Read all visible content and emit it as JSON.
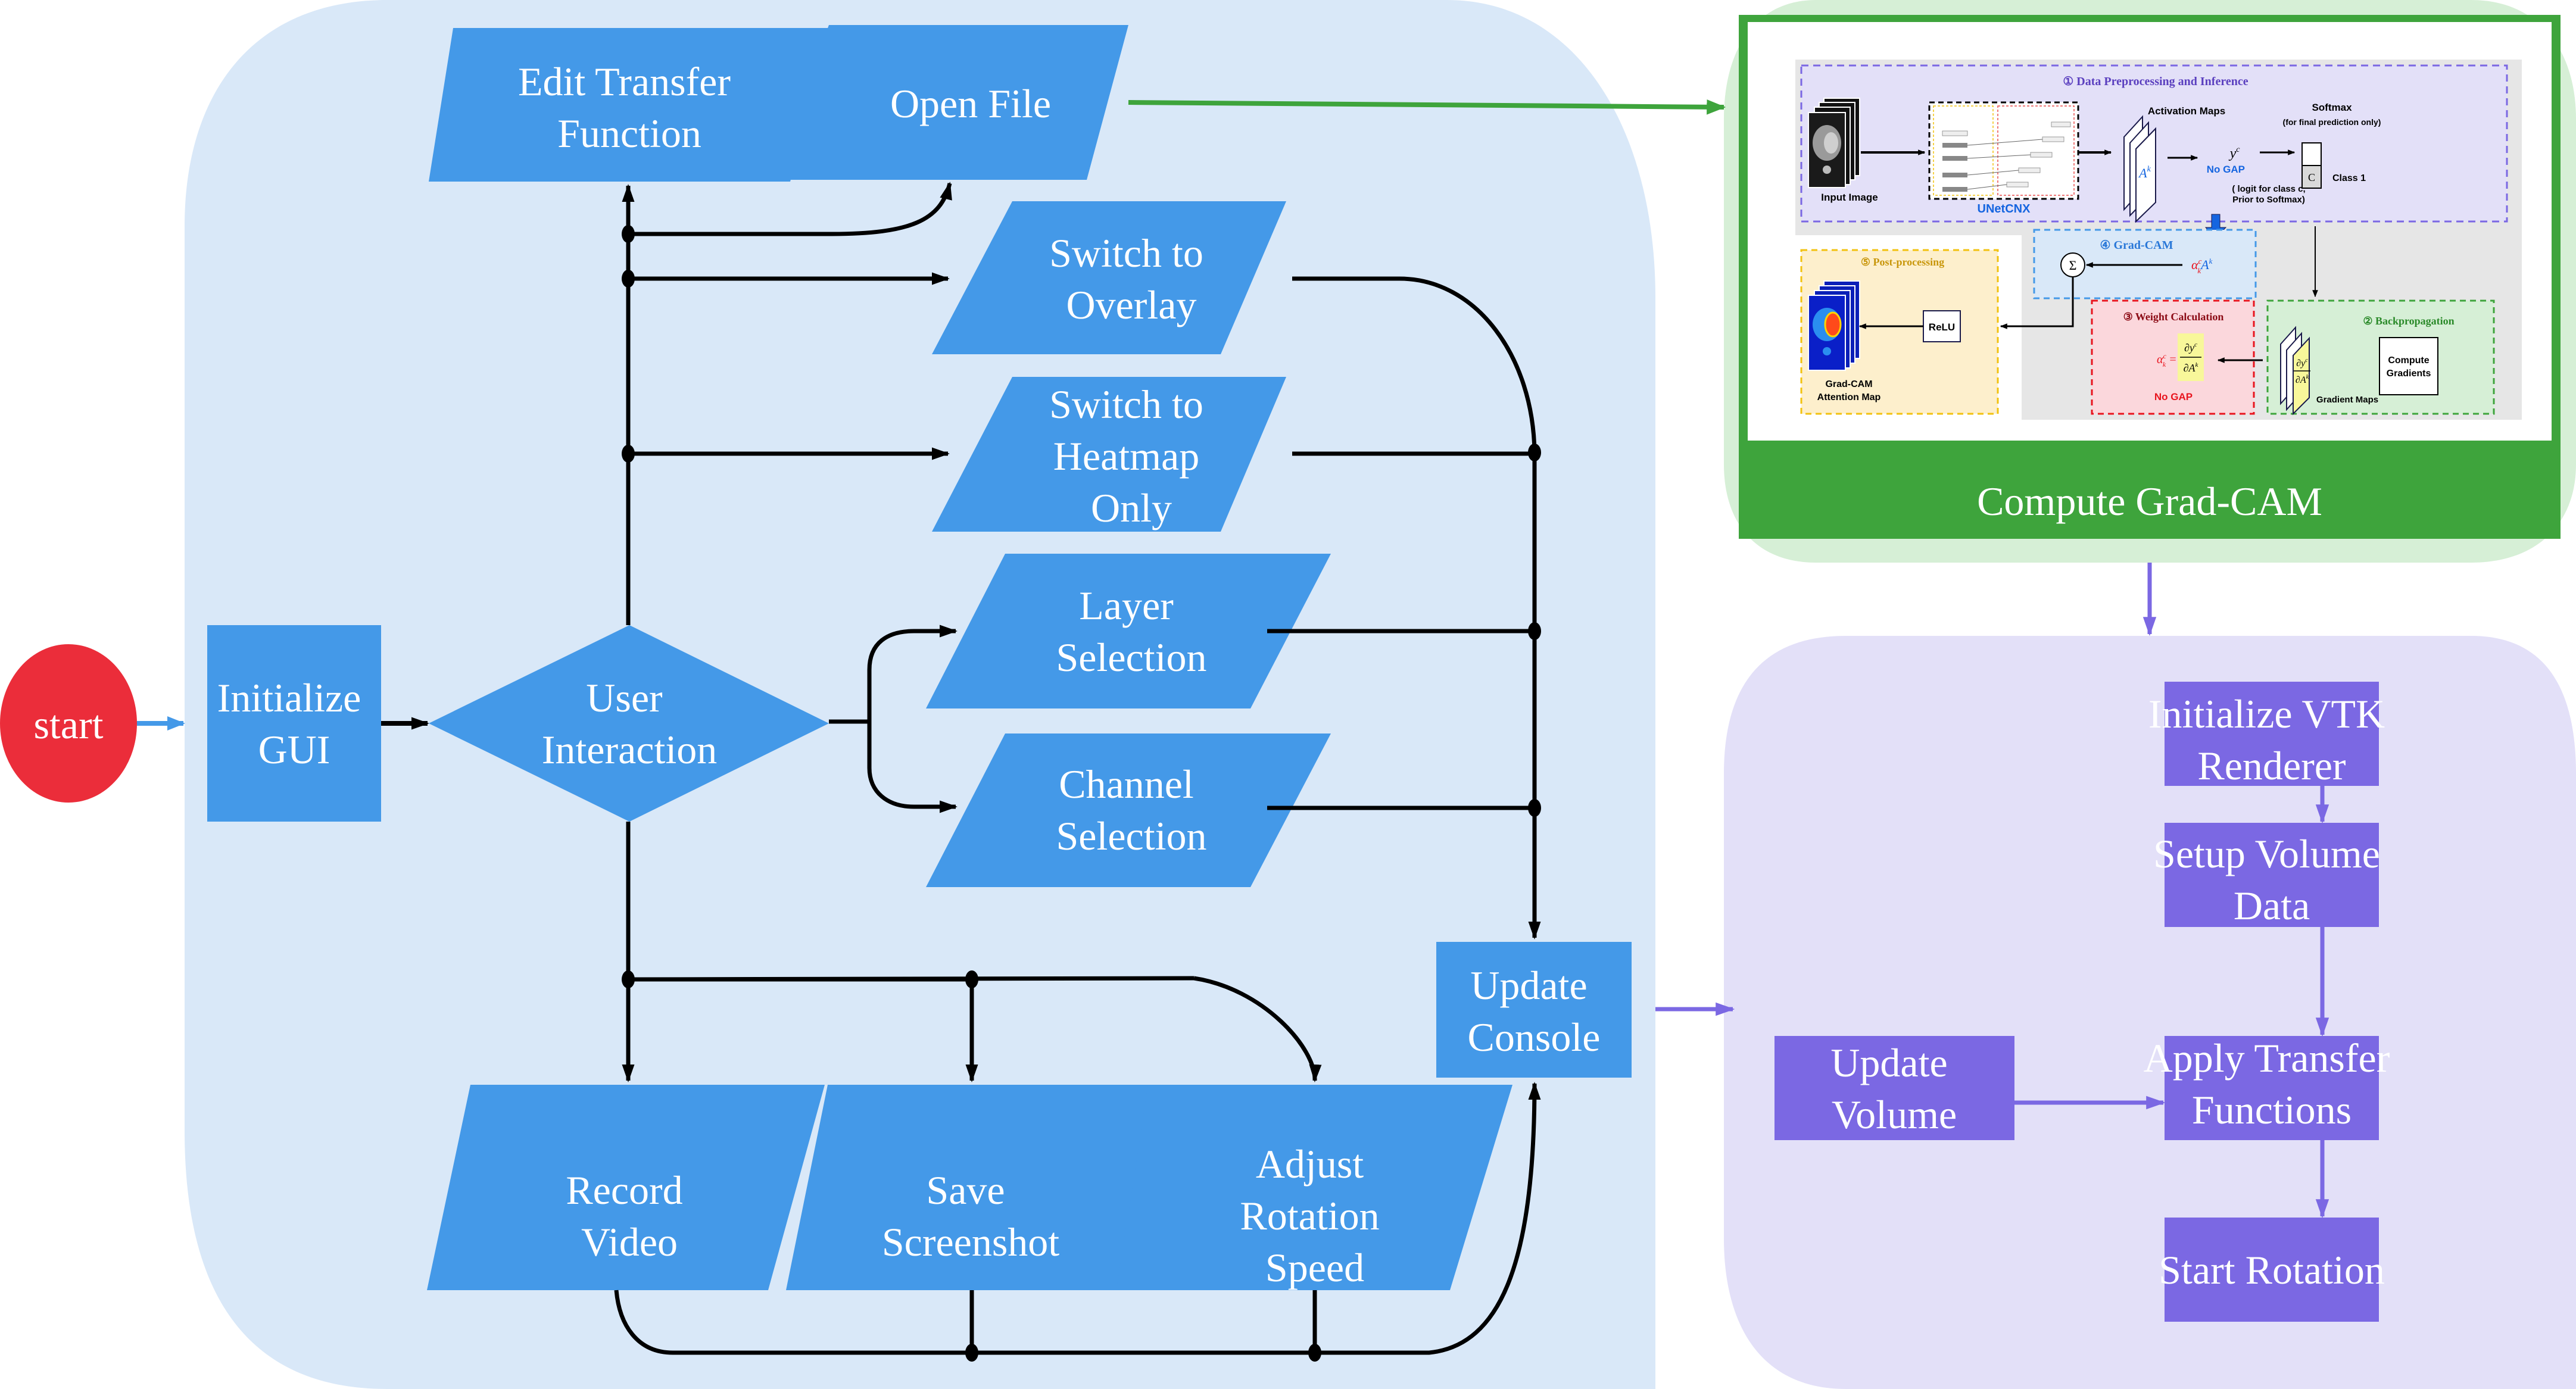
{
  "colors": {
    "panel_blue_bg": "#d9e8f8",
    "node_blue": "#4499e8",
    "panel_green_bg": "#d6efd6",
    "frame_green": "#3ea43c",
    "panel_purple_bg": "#e3e0f8",
    "node_purple": "#7b68e3",
    "start_red": "#eb2d3a",
    "connector": "#000000"
  },
  "start": {
    "label": "start"
  },
  "main_flow": {
    "initialize_gui": [
      "Initialize",
      "GUI"
    ],
    "user_interaction": [
      "User",
      "Interaction"
    ],
    "edit_transfer_function": [
      "Edit Transfer",
      "Function"
    ],
    "open_file": [
      "Open File"
    ],
    "switch_overlay": [
      "Switch to",
      "Overlay"
    ],
    "switch_heatmap": [
      "Switch to",
      "Heatmap",
      "Only"
    ],
    "layer_selection": [
      "Layer",
      "Selection"
    ],
    "channel_selection": [
      "Channel",
      "Selection"
    ],
    "update_console": [
      "Update",
      "Console"
    ],
    "record_video": [
      "Record",
      "Video"
    ],
    "save_screenshot": [
      "Save",
      "Screenshot"
    ],
    "adjust_rotation": [
      "Adjust",
      "Rotation",
      "Speed"
    ]
  },
  "gradcam_panel": {
    "title": "Compute Grad-CAM",
    "stage1": {
      "title": "① Data Preprocessing and Inference",
      "input_image": "Input Image",
      "model": "UNetCNX",
      "activation_maps": "Activation Maps",
      "activation_symbol": "A",
      "activation_sup": "k",
      "no_gap": "No GAP",
      "logit_symbol": "y",
      "logit_sup": "c",
      "logit_note_1": "( logit for class c,",
      "logit_note_2": "Prior to Softmax)",
      "softmax": "Softmax",
      "softmax_note": "(for final prediction only)",
      "class_cell": "C",
      "class_label": "Class 1"
    },
    "stage2": {
      "title": "② Backpropagation",
      "compute_1": "Compute",
      "compute_2": "Gradients",
      "gradient_maps": "Gradient Maps"
    },
    "stage3": {
      "title": "③ Weight Calculation",
      "no_gap": "No GAP"
    },
    "stage4": {
      "title": "④ Grad-CAM",
      "sum_symbol": "Σ"
    },
    "stage5": {
      "title": "⑤ Post-processing",
      "relu": "ReLU",
      "attention_1": "Grad-CAM",
      "attention_2": "Attention Map"
    }
  },
  "vtk_panel": {
    "initialize_vtk": [
      "Initialize VTK",
      "Renderer"
    ],
    "setup_volume": [
      "Setup Volume",
      "Data"
    ],
    "apply_transfer": [
      "Apply Transfer",
      "Functions"
    ],
    "start_rotation": [
      "Start Rotation"
    ],
    "update_volume": [
      "Update",
      "Volume"
    ]
  }
}
